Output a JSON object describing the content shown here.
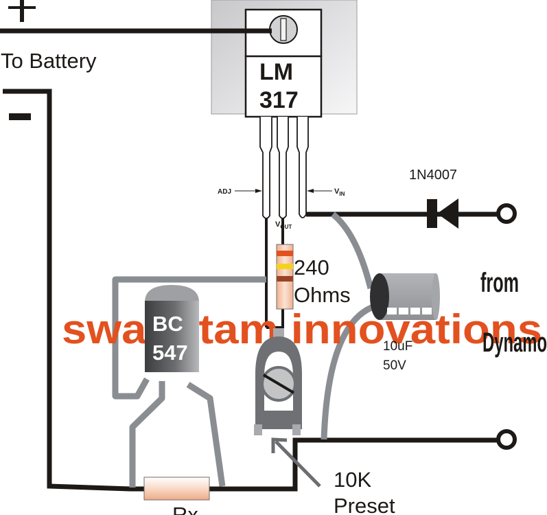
{
  "title": "LM317 dynamo battery charger circuit",
  "battery": {
    "plus_symbol": "+",
    "minus_symbol": "−",
    "label": "To Battery"
  },
  "regulator": {
    "part_line1": "LM",
    "part_line2": "317",
    "pin_adj": "ADJ",
    "pin_vout_main": "V",
    "pin_vout_sub": "OUT",
    "pin_vin_main": "V",
    "pin_vin_sub": "IN"
  },
  "diode": {
    "part": "1N4007"
  },
  "resistor_240": {
    "value_line1": "240",
    "value_line2": "Ohms",
    "band_colors": [
      "#e2511f",
      "#f5d21c",
      "#9b4424"
    ]
  },
  "capacitor": {
    "value_line1": "10uF",
    "value_line2": "50V"
  },
  "transistor": {
    "part_line1": "BC",
    "part_line2": "547"
  },
  "preset": {
    "value_line1": "10K",
    "value_line2": "Preset"
  },
  "rx": {
    "label": "Rx"
  },
  "dynamo": {
    "label_line1": "from",
    "label_line2": "Dynamo"
  },
  "watermark": {
    "text": "swagatam innovations",
    "color": "#e2511f"
  },
  "colors": {
    "wire": "#1c1917",
    "lead_gray": "#8a8d91",
    "heatsink": "#d9d9db",
    "accent": "#e2511f"
  }
}
